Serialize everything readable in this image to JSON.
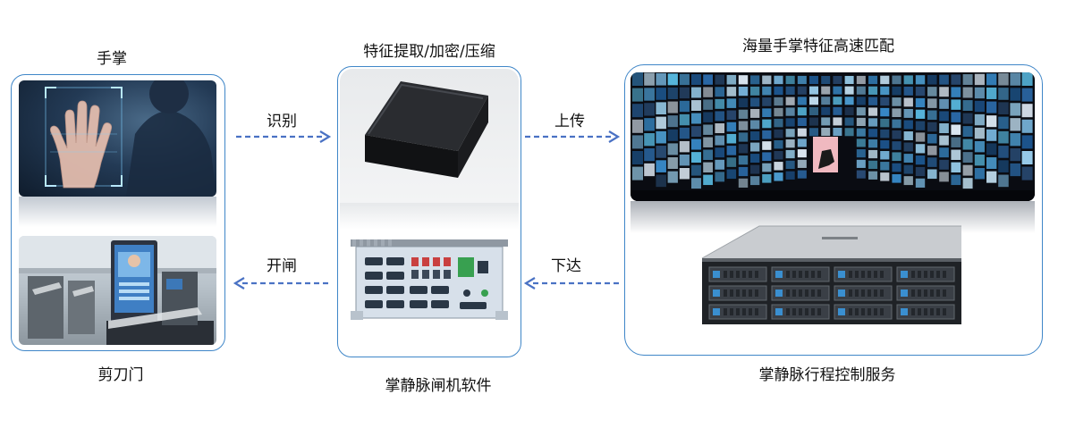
{
  "labels": {
    "palm": "手掌",
    "turnstile": "剪刀门",
    "extract": "特征提取/加密/压缩",
    "gate_software": "掌静脉闸机软件",
    "matching": "海量手掌特征高速匹配",
    "control_service": "掌静脉行程控制服务"
  },
  "arrows": {
    "recognize": "识别",
    "upload": "上传",
    "open_gate": "开闸",
    "dispatch": "下达"
  },
  "colors": {
    "panel_border": "#3f86c8",
    "arrow": "#4a72c4"
  }
}
